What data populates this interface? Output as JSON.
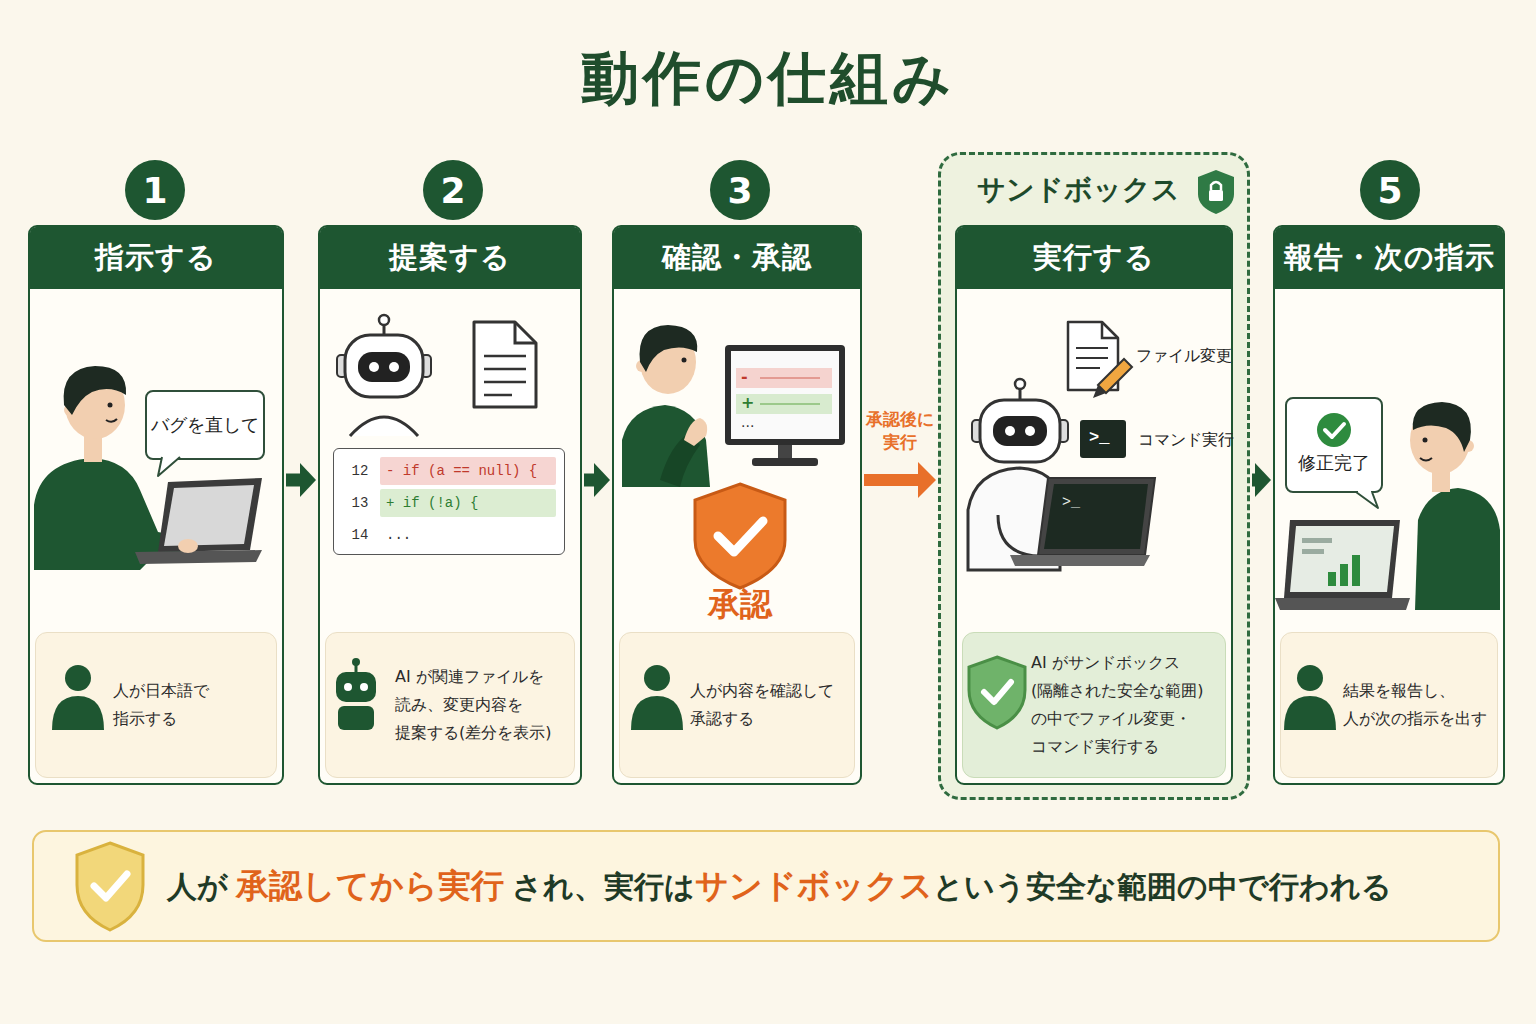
{
  "diagram": {
    "title": "動作の仕組み",
    "nodes": [
      {
        "text": [
          "1"
        ]
      },
      {
        "text": [
          "指示する"
        ]
      },
      {
        "text": [
          "バグを直して"
        ],
        "in": 1
      },
      {
        "text": [
          "人が日本語で 指示する"
        ],
        "in": 1
      },
      {
        "text": [
          "2"
        ]
      },
      {
        "text": [
          "提案する"
        ]
      },
      {
        "text": [
          "12",
          "- if (a == null) {",
          "13",
          "+ if (!a) {",
          "14",
          "..."
        ],
        "in": 5
      },
      {
        "text": [
          "AI が関連ファイルを 読み、変更内容を 提案する(差分を表示)"
        ],
        "in": 5
      },
      {
        "text": [
          "3"
        ]
      },
      {
        "text": [
          "確認・承認"
        ]
      },
      {
        "text": [
          "人が内容を確認して 承認する"
        ],
        "in": 9
      },
      {
        "text": [
          "サンドボックス"
        ]
      },
      {
        "text": [
          "実行する"
        ],
        "in": 11
      },
      {
        "text": [
          "AI がサンドボックス (隔離された安全な範囲) の中でファイル変更・ コマンド実行する"
        ],
        "in": 12
      },
      {
        "text": [
          "5"
        ]
      },
      {
        "text": [
          "報告・次の指示"
        ]
      },
      {
        "text": [
          "修正完了"
        ],
        "in": 15
      },
      {
        "text": [
          "結果を報告し、 人が次の指示を出す"
        ],
        "in": 15
      },
      {
        "text": [
          "人が",
          "承認してから実行",
          "され、実行は",
          "サンドボックス",
          "という安全な範囲の中で行われる"
        ]
      }
    ],
    "edges": [
      {
        "from": 1,
        "to": 5,
        "arrow": "to"
      },
      {
        "from": 5,
        "to": 9,
        "arrow": "to"
      },
      {
        "from": 9,
        "to": 11,
        "label": "承認後に 実行",
        "arrow": "to"
      },
      {
        "from": 11,
        "to": 15,
        "arrow": "to"
      }
    ],
    "labels": [
      "-",
      "+",
      "...",
      "承認",
      "ファイル変更",
      ">_",
      "コマンド実行",
      ">_"
    ]
  }
}
